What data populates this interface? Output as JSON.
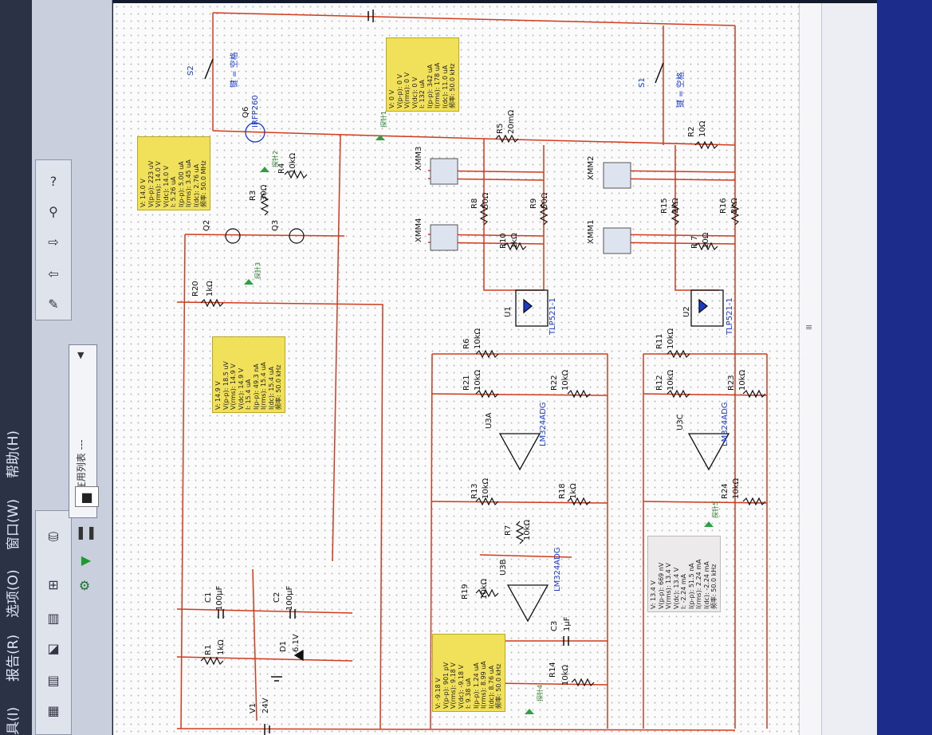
{
  "menu": {
    "items": [
      "具(I)",
      "报告(R)",
      "选项(O)",
      "窗口(W)",
      "帮助(H)"
    ]
  },
  "toolbar": {
    "combo_label": "--- 在用列表 ---",
    "run_icon": "play-icon",
    "pause_icon": "pause-icon",
    "stop_icon": "stop-icon"
  },
  "probes": [
    {
      "text": "V: 14.0 V\nV(p-p): 223 uV\nV(rms): 14.0 V\nV(dc): 14.0 V\nI: 5.26 uA\nI(p-p): 5.00 uA\nI(rms): 3.45 uA\nI(dc): 2.76 uA\n频率: 50.0 MHz"
    },
    {
      "text": "V: 0 V\nV(p-p): 0 V\nV(rms): 0 V\nV(dc): 0 V\nI: 132 uA\nI(p-p): 342 uA\nI(rms): 178 uA\nI(dc): 11.0 uA\n频率: 50.0 kHz"
    },
    {
      "text": "V: 14.9 V\nV(p-p): 18.5 uV\nV(rms): 14.9 V\nV(dc): 14.9 V\nI: 15.4 uA\nI(p-p): 49.3 nA\nI(rms): 15.4 uA\nI(dc): 15.4 uA\n频率: 50.0 kHz"
    },
    {
      "text": "V: -9.18 V\nV(p-p): 901 pV\nV(rms): 9.18 V\nV(dc): -9.18 V\nI: 9.38 uA\nI(p-p): 1.24 uA\nI(rms): 8.99 uA\nI(dc): 8.76 uA\n频率: 50.0 kHz"
    },
    {
      "text": "V: 13.4 V\nV(p-p): 669 nV\nV(rms): 13.4 V\nV(dc): 13.4 V\nI: -2.24 mA\nI(p-p): 51.5 nA\nI(rms): 2.24 mA\nI(dc): -2.24 mA\n频率: 50.0 kHz"
    }
  ],
  "components": {
    "S2": "S2",
    "S2_key": "键 = 空格",
    "S1": "S1",
    "S1_key": "键 = 空格",
    "Q6": "Q6",
    "Q6_part": "IRFP260",
    "R2": "R2",
    "R2_val": "10Ω",
    "R3": "R3",
    "R3_val": "30Ω",
    "R4": "R4",
    "R4_val": "10kΩ",
    "R5": "R5",
    "R5_val": "20mΩ",
    "R6": "R6",
    "R6_val": "10kΩ",
    "R7": "R7",
    "R7_val": "10kΩ",
    "R8": "R8",
    "R8_val": "50Ω",
    "R9": "R9",
    "R9_val": "50Ω",
    "R10": "R10",
    "R10_val": "1kΩ",
    "R11": "R11",
    "R11_val": "10kΩ",
    "R12": "R12",
    "R12_val": "10kΩ",
    "R13": "R13",
    "R13_val": "10kΩ",
    "R14": "R14",
    "R14_val": "10kΩ",
    "R15": "R15",
    "R15_val": "2kΩ",
    "R16": "R16",
    "R16_val": "2kΩ",
    "R17": "R 7",
    "R17_val": "10Ω",
    "R18": "R18",
    "R18_val": "1kΩ",
    "R19": "R19",
    "R19_val": "10kΩ",
    "R20": "R20",
    "R20_val": "1kΩ",
    "R21": "R21",
    "R21_val": "10kΩ",
    "R22": "R22",
    "R22_val": "10kΩ",
    "R23": "R23",
    "R23_val": "10kΩ",
    "R24": "R24",
    "R24_val": "10kΩ",
    "R1": "R1",
    "R1_val": "1kΩ",
    "Q2": "Q2",
    "Q3": "Q3",
    "C1": "C1",
    "C1_val": "100µF",
    "C2": "C2",
    "C2_val": "100µF",
    "C3": "C3",
    "C3_val": "1µF",
    "D1": "D1",
    "D1_val": "6.1V",
    "V1": "V1",
    "V1_val": "24V",
    "U1": "U1",
    "U1_part": "TLP521-1",
    "U2": "U2",
    "U2_part": "TLP521-1",
    "U3A": "U3A",
    "U3A_part": "LM324ADG",
    "U3B": "U3B",
    "U3B_part": "LM324ADG",
    "U3C": "U3C",
    "U3C_part": "LM324ADG",
    "XMM1": "XMM1",
    "XMM2": "XMM2",
    "XMM3": "XMM3",
    "XMM4": "XMM4",
    "probe1": "探针1",
    "probe2": "探针2",
    "probe3": "探针3",
    "probe4": "探针4",
    "probe5": "探针5"
  },
  "colors": {
    "wire": "#d23b1e",
    "probe_bg": "#f1e05a",
    "component": "#111111",
    "part_blue": "#1a3ad0"
  }
}
